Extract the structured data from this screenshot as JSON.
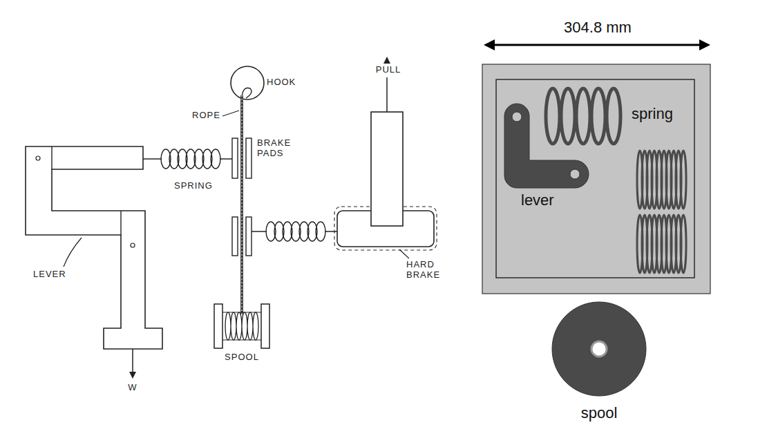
{
  "diagram": {
    "labels": [
      "HOOK",
      "ROPE",
      "BRAKE PADS",
      "SPRING",
      "PULL",
      "LEVER",
      "HARD BRAKE",
      "SPOOL",
      "W",
      "304.8 mm",
      "spring",
      "lever",
      "spool"
    ]
  }
}
